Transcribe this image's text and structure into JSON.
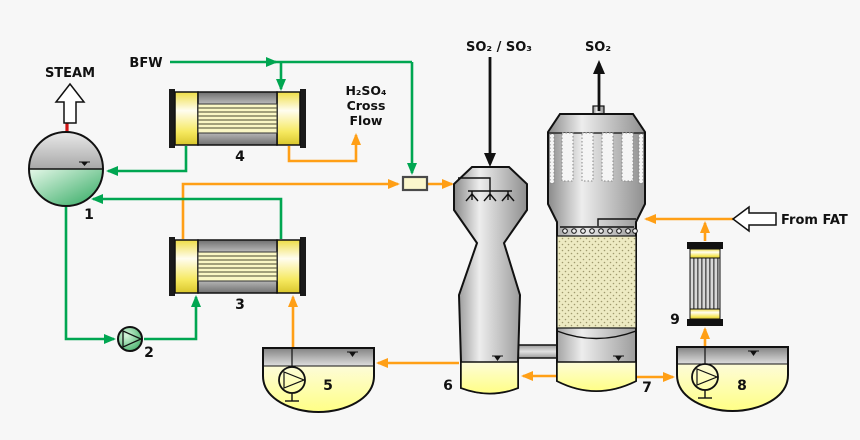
{
  "labels": {
    "steam": "STEAM",
    "bfw": "BFW",
    "h2so4_line1": "H₂SO₄",
    "h2so4_line2": "Cross",
    "h2so4_line3": "Flow",
    "so2_so3": "SO₂ / SO₃",
    "so2": "SO₂",
    "from_fat": "From FAT"
  },
  "equipment": {
    "steam_drum": "1",
    "circulation_pump": "2",
    "heat_exchanger_lower": "3",
    "heat_exchanger_upper": "4",
    "pump_tank_left": "5",
    "venturi_tower": "6",
    "absorption_tower": "7",
    "pump_tank_right": "8",
    "candle_filter": "9"
  },
  "colors": {
    "water_steam_line": "#00A651",
    "acid_line": "#FF9F16",
    "gas_line": "#000000",
    "steam_outlet_line": "#D11414",
    "liquid_yellow": "#FFFF85",
    "background": "#F7F7F7"
  }
}
